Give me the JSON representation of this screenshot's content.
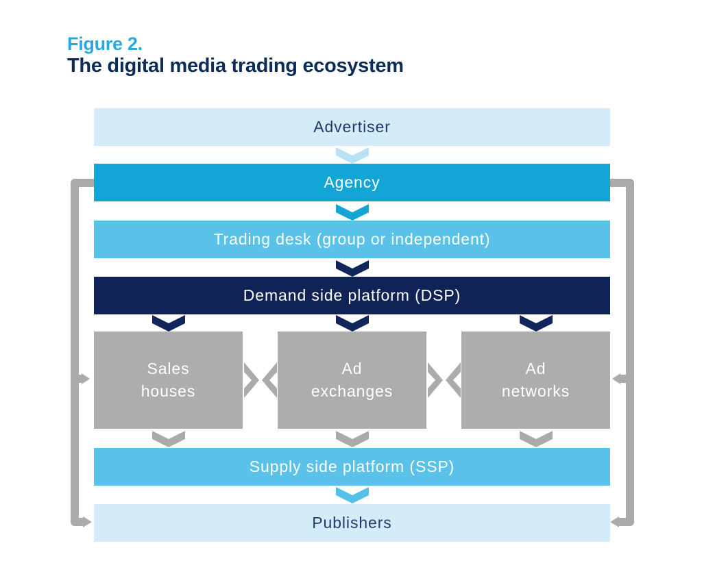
{
  "title": {
    "figure_label": "Figure 2.",
    "text": "The digital media trading ecosystem"
  },
  "diagram": {
    "advertiser": {
      "label": "Advertiser"
    },
    "agency": {
      "label": "Agency"
    },
    "trading_desk": {
      "label": "Trading desk (group or independent)"
    },
    "dsp": {
      "label": "Demand side platform (DSP)"
    },
    "sales_houses": {
      "label": "Sales\nhouses"
    },
    "ad_exchanges": {
      "label": "Ad\nexchanges"
    },
    "ad_networks": {
      "label": "Ad\nnetworks"
    },
    "ssp": {
      "label": "Supply side platform (SSP)"
    },
    "publishers": {
      "label": "Publishers"
    }
  },
  "icons": {
    "flow_down": "down-chevron",
    "exchange": "facing-chevrons",
    "side_connector": "bracket-arrow"
  },
  "colors": {
    "accent_cyan": "#29A9DC",
    "title_navy": "#0D2B57",
    "box_pale_blue": "#D4ECF8",
    "box_cyan": "#12A5D6",
    "box_sky_blue": "#5AC2E8",
    "box_navy": "#0F2356",
    "box_gray": "#ADADAD",
    "connector_gray": "#ABABAB",
    "pale_chevron_blue": "#B9E1F3",
    "pale_box_text_navy": "#1D3C6D"
  }
}
